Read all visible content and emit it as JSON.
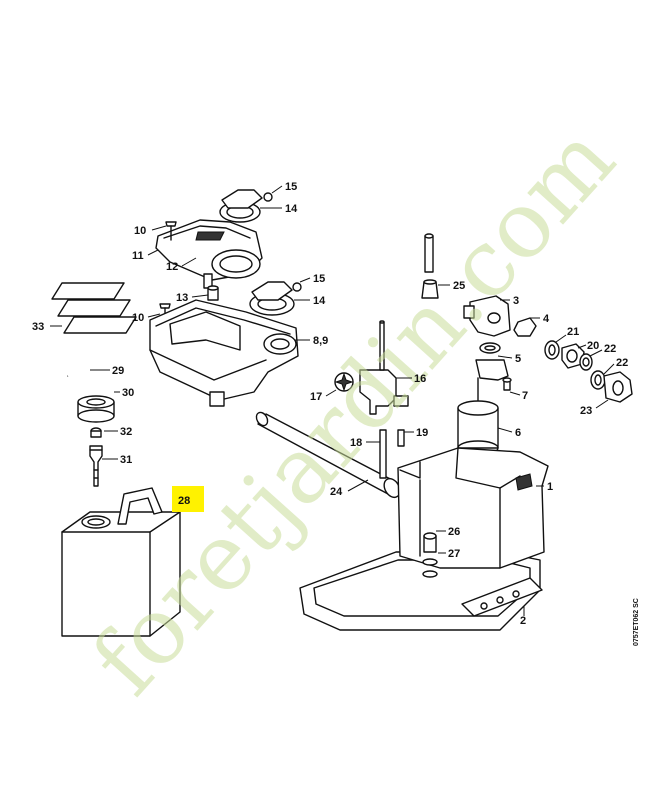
{
  "watermark": "foretjardin.com",
  "drawing_code": "0757ET062 SC",
  "highlight_color": "#fff200",
  "watermark_color": "#c9de9a",
  "labels": {
    "l1": "1",
    "l2": "2",
    "l3": "3",
    "l4": "4",
    "l5": "5",
    "l6": "6",
    "l7": "7",
    "l89": "8,9",
    "l10a": "10",
    "l10b": "10",
    "l11": "11",
    "l12": "12",
    "l13": "13",
    "l14a": "14",
    "l14b": "14",
    "l15a": "15",
    "l15b": "15",
    "l16": "16",
    "l17": "17",
    "l18": "18",
    "l19": "19",
    "l20": "20",
    "l21": "21",
    "l22a": "22",
    "l22b": "22",
    "l23": "23",
    "l24": "24",
    "l25": "25",
    "l26": "26",
    "l27": "27",
    "l28": "28",
    "l29": "29",
    "l30": "30",
    "l31": "31",
    "l32": "32",
    "l33": "33"
  }
}
